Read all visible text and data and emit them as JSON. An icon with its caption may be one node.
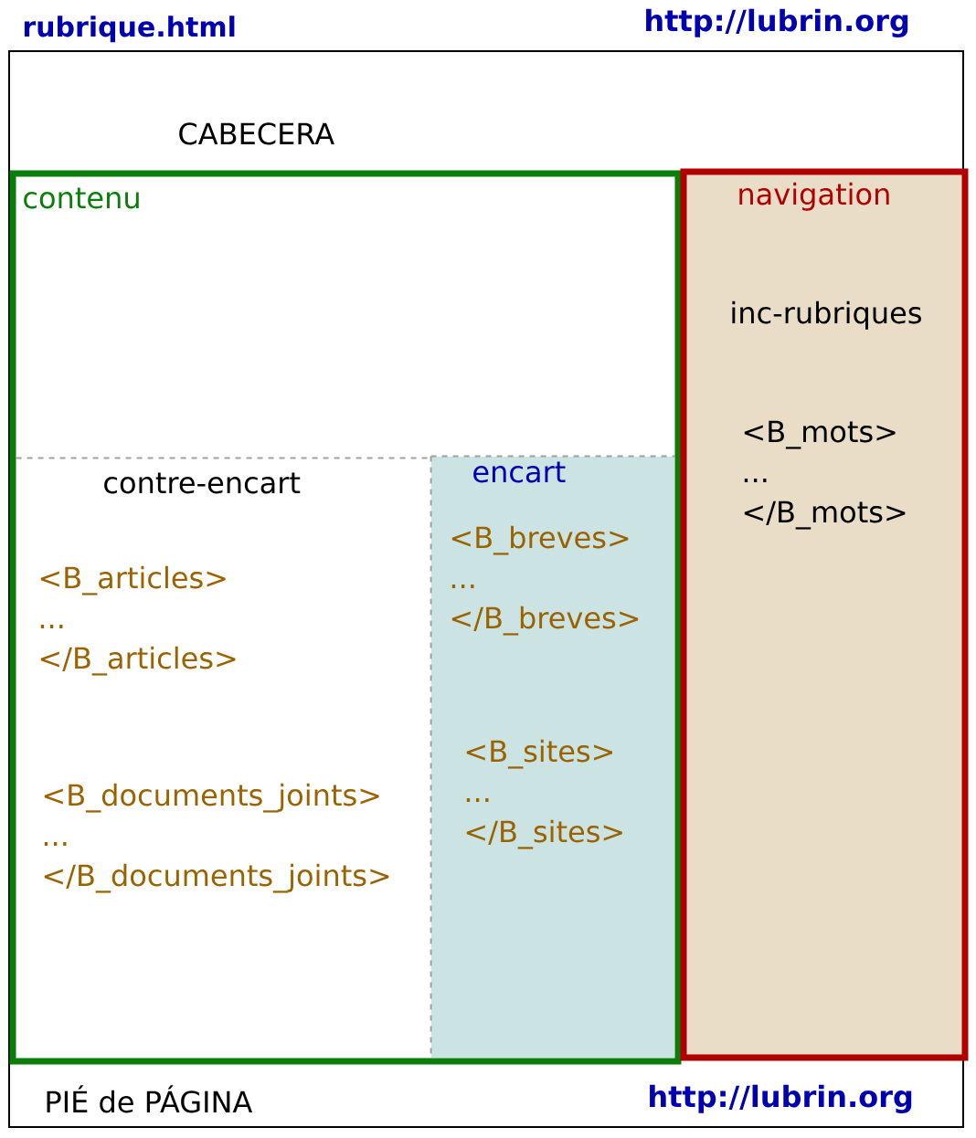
{
  "diagram": {
    "title": "rubrique.html",
    "nodes": [
      {
        "text": [
          "CABECERA",
          "PIÉ de PÁGINA",
          "http://lubrin.org"
        ]
      },
      {
        "text": [
          "contenu"
        ],
        "in": 0
      },
      {
        "text": [
          "contre-encart",
          "<B_articles> ... </B_articles>",
          "<B_documents_joints> ... </B_documents_joints>"
        ],
        "in": 1
      },
      {
        "text": [
          "encart",
          "<B_breves> ... </B_breves>",
          "<B_sites> ... </B_sites>"
        ],
        "in": 1
      },
      {
        "text": [
          "navigation",
          "inc-rubriques",
          "<B_mots> ... </B_mots>"
        ],
        "in": 0
      }
    ],
    "labels": [
      "http://lubrin.org"
    ]
  }
}
